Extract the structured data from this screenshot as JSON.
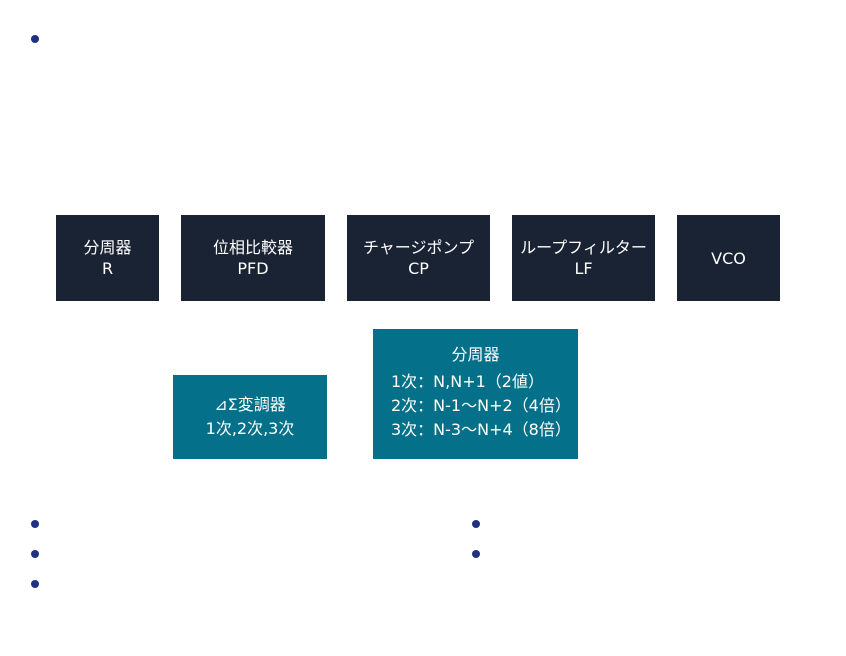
{
  "colors": {
    "bullet": "#1f3282",
    "block_dark": "#1a2333",
    "block_teal": "#05708a",
    "text": "#ffffff"
  },
  "blocks": [
    {
      "line1": "分周器",
      "line2": "R"
    },
    {
      "line1": "位相比較器",
      "line2": "PFD"
    },
    {
      "line1": "チャージポンプ",
      "line2": "CP"
    },
    {
      "line1": "ループフィルター",
      "line2": "LF"
    },
    {
      "line1": "VCO",
      "line2": ""
    }
  ],
  "modulator": {
    "line1": "⊿Σ変調器",
    "line2": "1次,2次,3次"
  },
  "divider": {
    "title": "分周器",
    "lines": [
      "1次：N,N+1（2値）",
      "2次：N-1～N+2（4倍）",
      "3次：N-3～N+4（8倍）"
    ]
  }
}
